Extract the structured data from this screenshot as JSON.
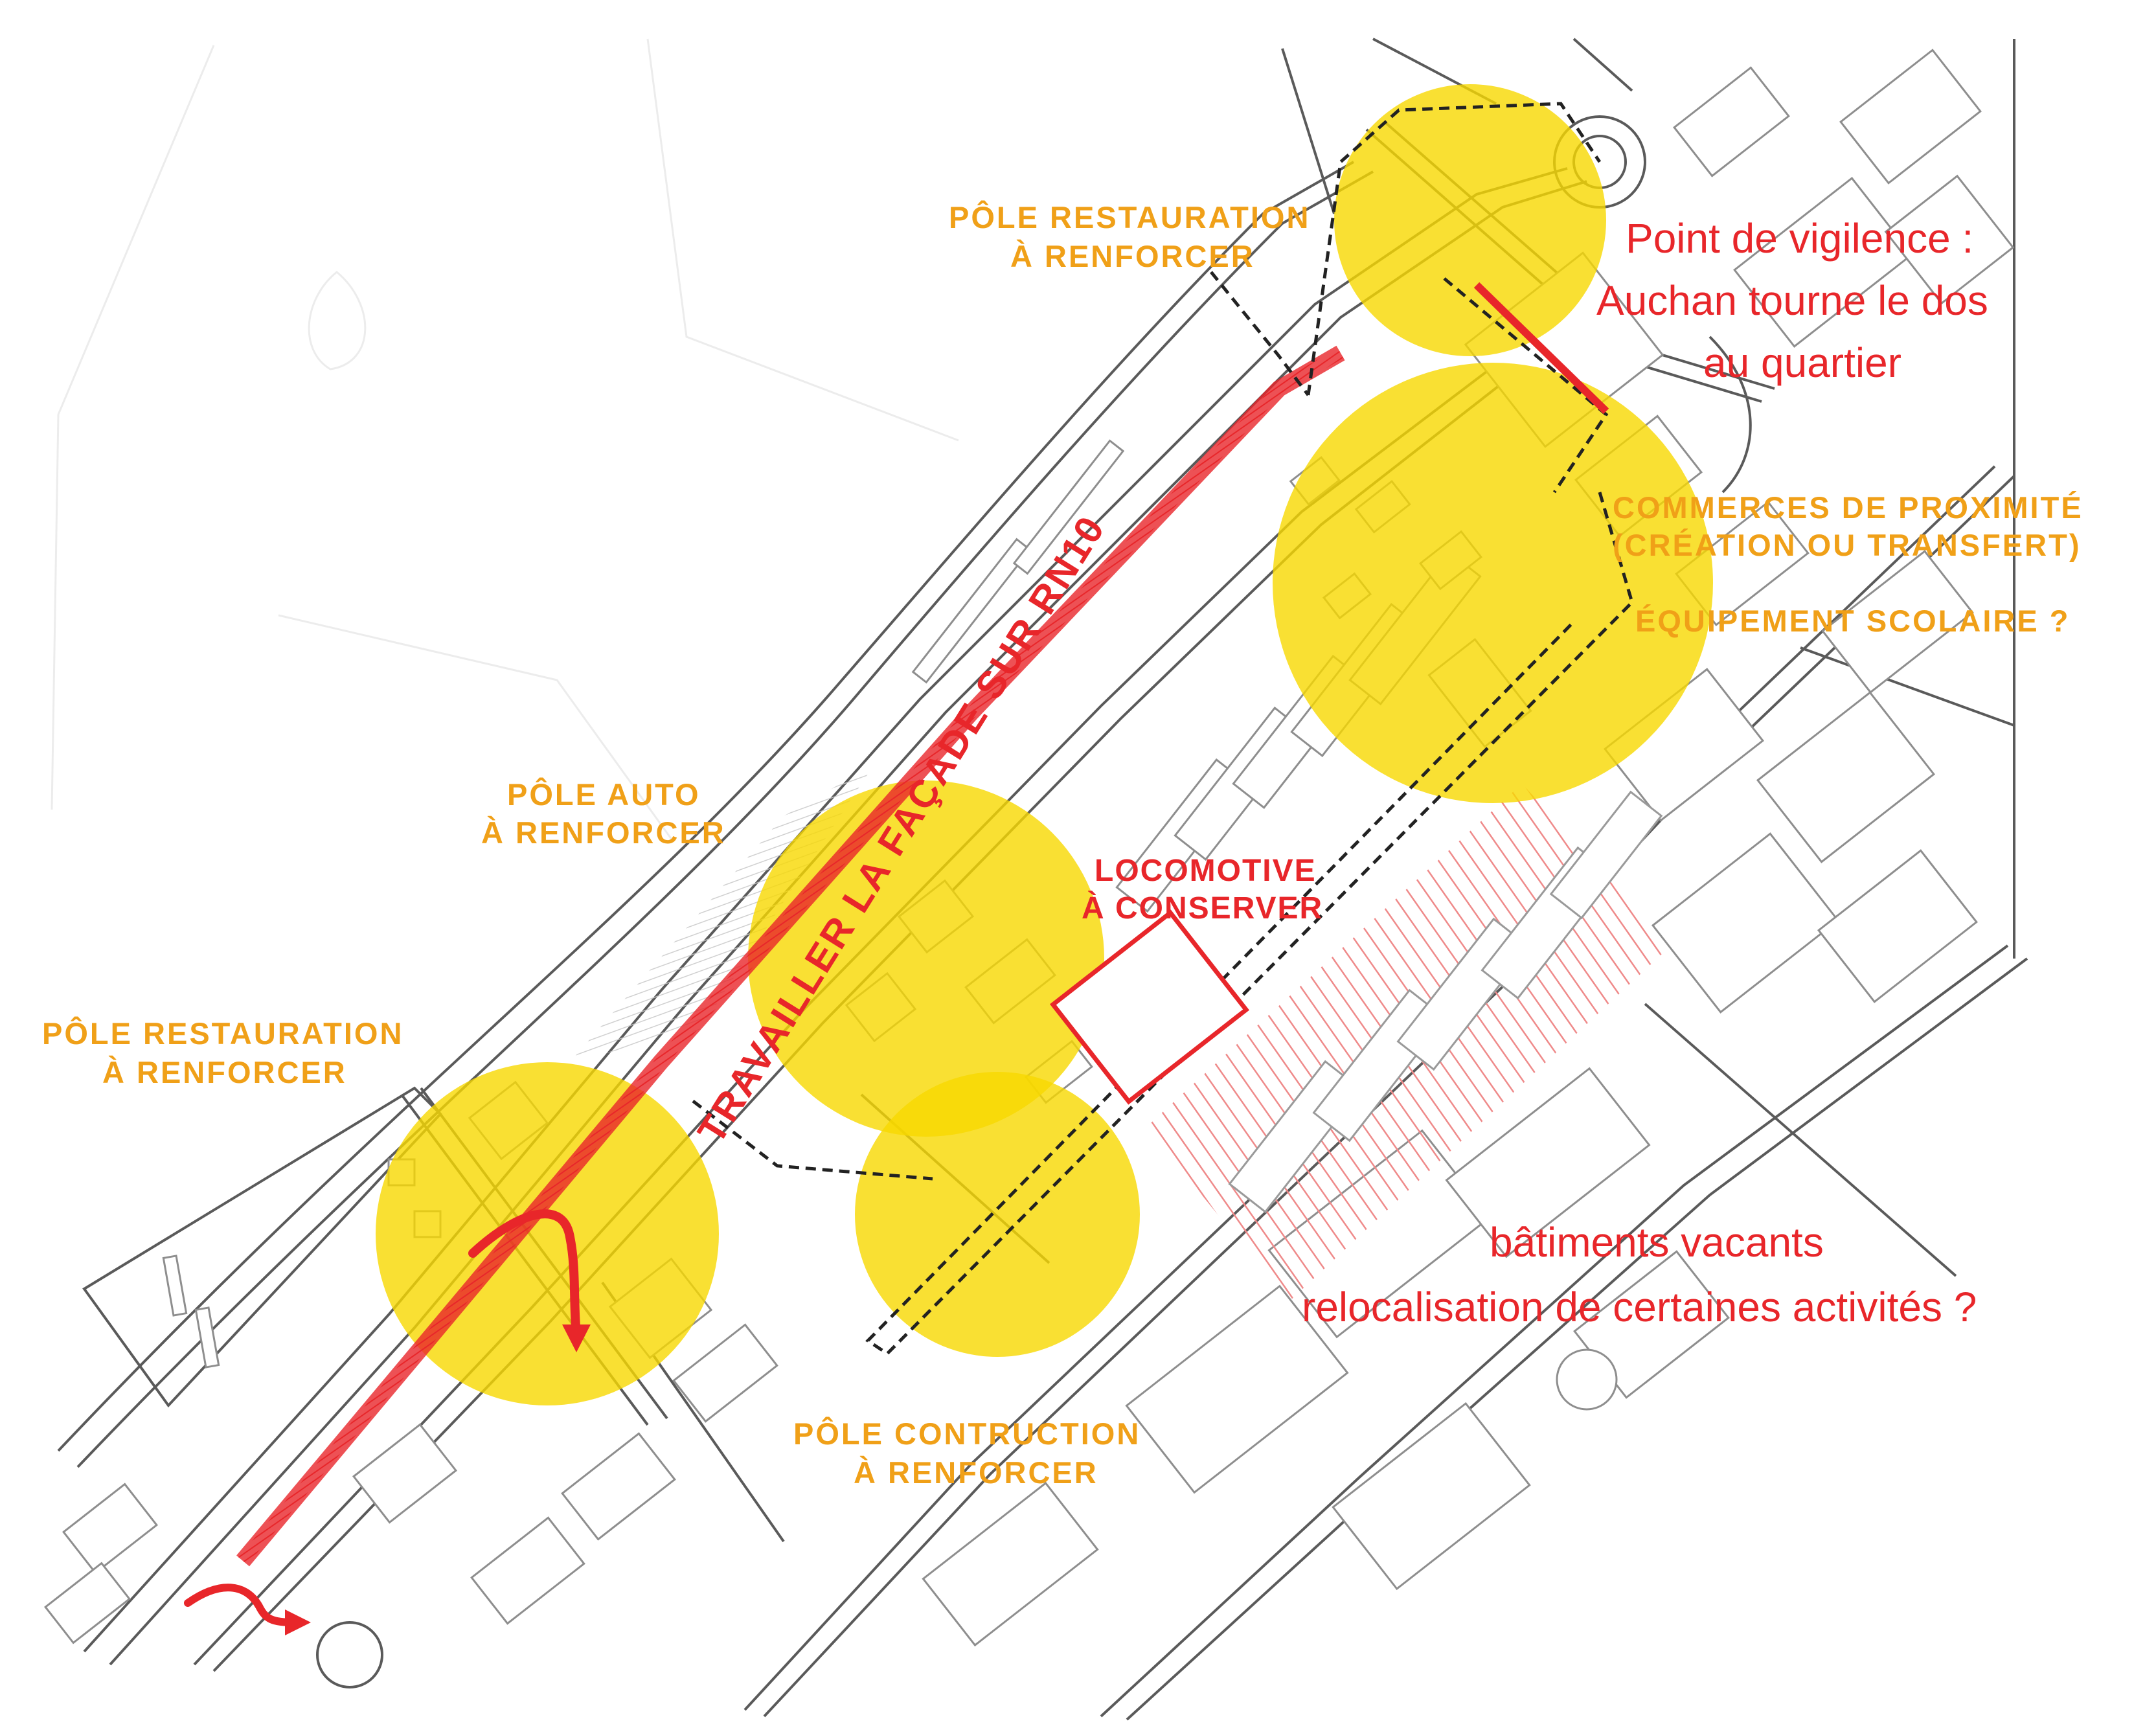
{
  "map": {
    "colors": {
      "pole": "#f8d800",
      "accent_red": "#e8262a",
      "label_orange": "#f0a018",
      "street": "#555555",
      "building": "#9a9a9a"
    },
    "labels": {
      "pole_restauration_top": [
        "PÔLE RESTAURATION",
        "À RENFORCER"
      ],
      "vigilance": [
        "Point de vigilence :",
        "Auchan tourne le dos",
        "au quartier"
      ],
      "commerces": [
        "COMMERCES DE PROXIMITÉ",
        "(CRÉATION OU TRANSFERT)"
      ],
      "equipement": "ÉQUIPEMENT SCOLAIRE ?",
      "pole_auto": [
        "PÔLE AUTO",
        "À RENFORCER"
      ],
      "locomotive": [
        "LOCOMOTIVE",
        "À CONSERVER"
      ],
      "rn10": "TRAVAILLER LA FAÇADE SUR RN10",
      "pole_restauration_left": [
        "PÔLE RESTAURATION",
        "À RENFORCER"
      ],
      "batiments": [
        "bâtiments vacants",
        "relocalisation de certaines activités ?"
      ],
      "pole_construction": [
        "PÔLE CONTRUCTION",
        "À RENFORCER"
      ]
    },
    "icons": {
      "turn_arrow_top": "curved-turn-arrow",
      "turn_arrow_bottom": "curved-turn-arrow"
    }
  }
}
